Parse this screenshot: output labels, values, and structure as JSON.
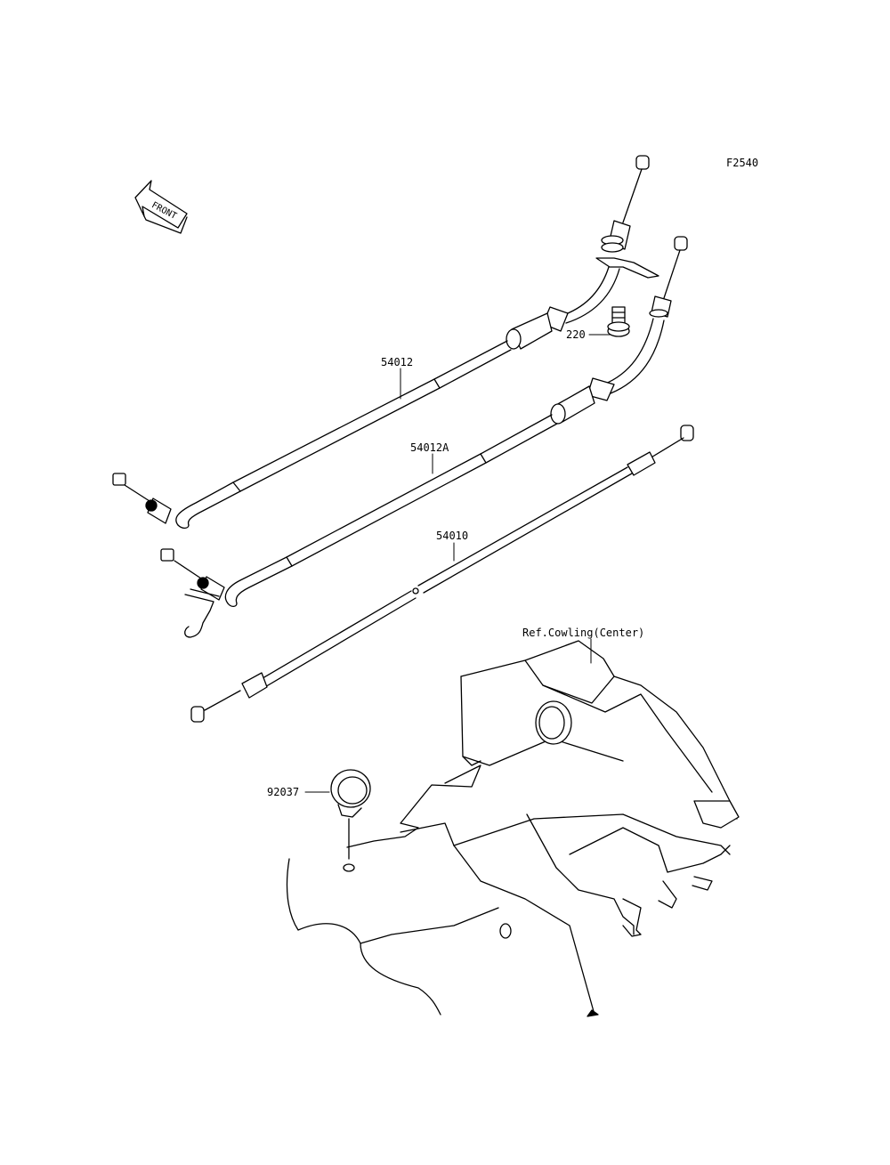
{
  "diagram": {
    "figure_code": "F2540",
    "front_arrow_text": "FRONT",
    "callouts": {
      "cable_a": "54012",
      "cable_b": "54012A",
      "cable_c": "54010",
      "bolt": "220",
      "grommet": "92037",
      "cowling_ref": "Ref.Cowling(Center)"
    }
  }
}
